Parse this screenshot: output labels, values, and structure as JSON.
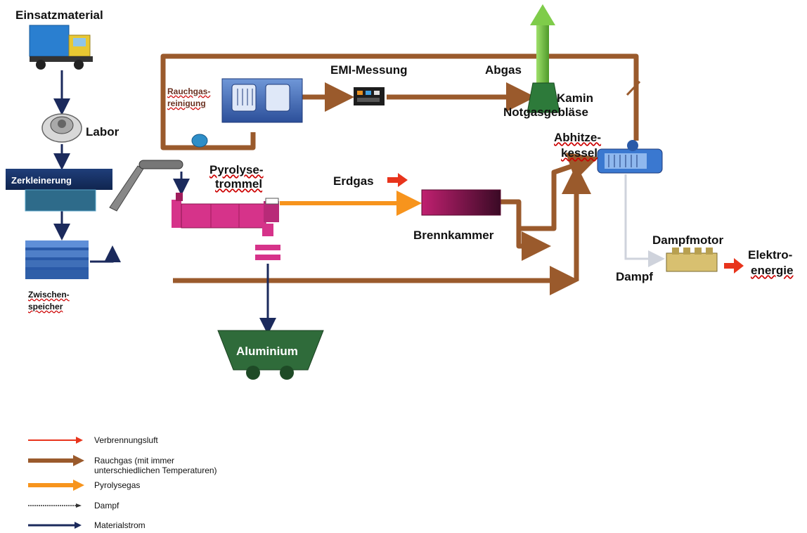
{
  "labels": {
    "einsatzmaterial": "Einsatzmaterial",
    "labor": "Labor",
    "zerkleinerung": "Zerkleinerung",
    "zwischenspeicher_1": "Zwischen-",
    "zwischenspeicher_2": "speicher",
    "rauchgasreinigung_1": "Rauchgas-",
    "rauchgasreinigung_2": "reinigung",
    "emi_messung": "EMI-Messung",
    "abgas": "Abgas",
    "kamin": "Kamin",
    "notgasgeblaese": "Notgasgebläse",
    "abhitzekessel_1": "Abhitze-",
    "abhitzekessel_2": "kessel",
    "pyrolysetrommel_1": "Pyrolyse-",
    "pyrolysetrommel_2": "trommel",
    "erdgas": "Erdgas",
    "brennkammer": "Brennkammer",
    "dampfmotor": "Dampfmotor",
    "dampf": "Dampf",
    "elektroenergie_1": "Elektro-",
    "elektroenergie_2": "energie",
    "aluminium": "Aluminium"
  },
  "legend": {
    "items": [
      {
        "label_1": "Verbrennungsluft",
        "label_2": ""
      },
      {
        "label_1": "Rauchgas (mit immer",
        "label_2": "unterschiedlichen Temperaturen)"
      },
      {
        "label_1": "Pyrolysegas",
        "label_2": ""
      },
      {
        "label_1": "Dampf",
        "label_2": ""
      },
      {
        "label_1": "Materialstrom",
        "label_2": ""
      }
    ]
  },
  "colors": {
    "verbrennungsluft": "#e8341c",
    "rauchgas": "#9a5a2c",
    "pyrolysegas": "#f7941d",
    "dampf": "#cfd3dc",
    "materialstrom": "#1b2a5c",
    "abgas": "#6fbf3a",
    "pyrolysetrommel": "#d6338a",
    "brennkammer": "#9a1a5a",
    "aluminium": "#2f6b3a"
  }
}
